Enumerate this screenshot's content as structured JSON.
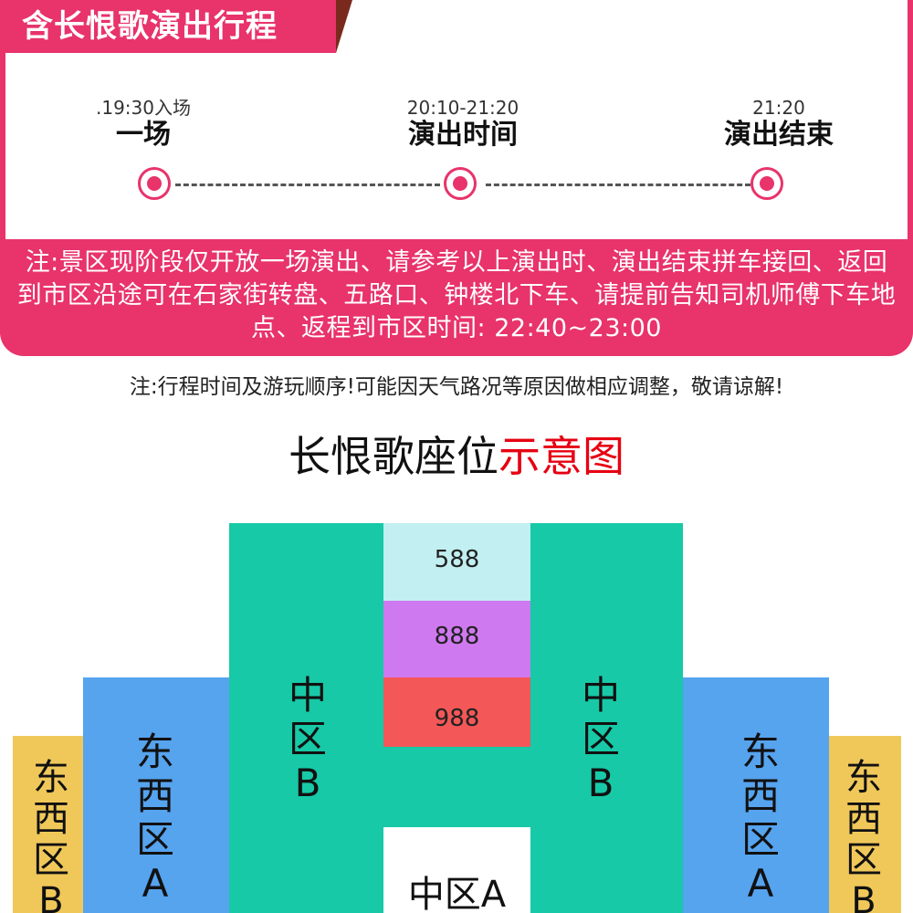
{
  "header": {
    "title": "含长恨歌演出行程"
  },
  "steps": [
    {
      "time": ".19:30入场",
      "name": "一场"
    },
    {
      "time": "20:10-21:20",
      "name": "演出时间"
    },
    {
      "time": "21:20",
      "name": "演出结束"
    }
  ],
  "notes": {
    "main": "注:景区现阶段仅开放一场演出、请参考以上演出时、演出结束拼车接回、返回到市区沿途可在石家街转盘、五路口、钟楼北下车、请提前告知司机师傅下车地点、返程到市区时间: 22:40~23:00",
    "sub": "注:行程时间及游玩顺序!可能因天气路况等原因做相应调整，敬请谅解!"
  },
  "seat_map": {
    "title_main": "长恨歌座位",
    "title_highlight": "示意图",
    "prices": [
      "588",
      "888",
      "988"
    ],
    "zones": {
      "center_b_left": "中区B",
      "center_b_right": "中区B",
      "east_west_a_left": "东西区A",
      "east_west_a_right": "东西区A",
      "east_west_b_left": "东西区B",
      "east_west_b_right": "东西区B",
      "center_a": "中区A"
    },
    "colors": {
      "center_b": "#17c9a7",
      "east_west_a": "#56a3ee",
      "east_west_b": "#f0c85a",
      "price_588": "#c2eff1",
      "price_888": "#cf79f0",
      "price_988": "#f45757",
      "accent": "#e8336b"
    }
  }
}
